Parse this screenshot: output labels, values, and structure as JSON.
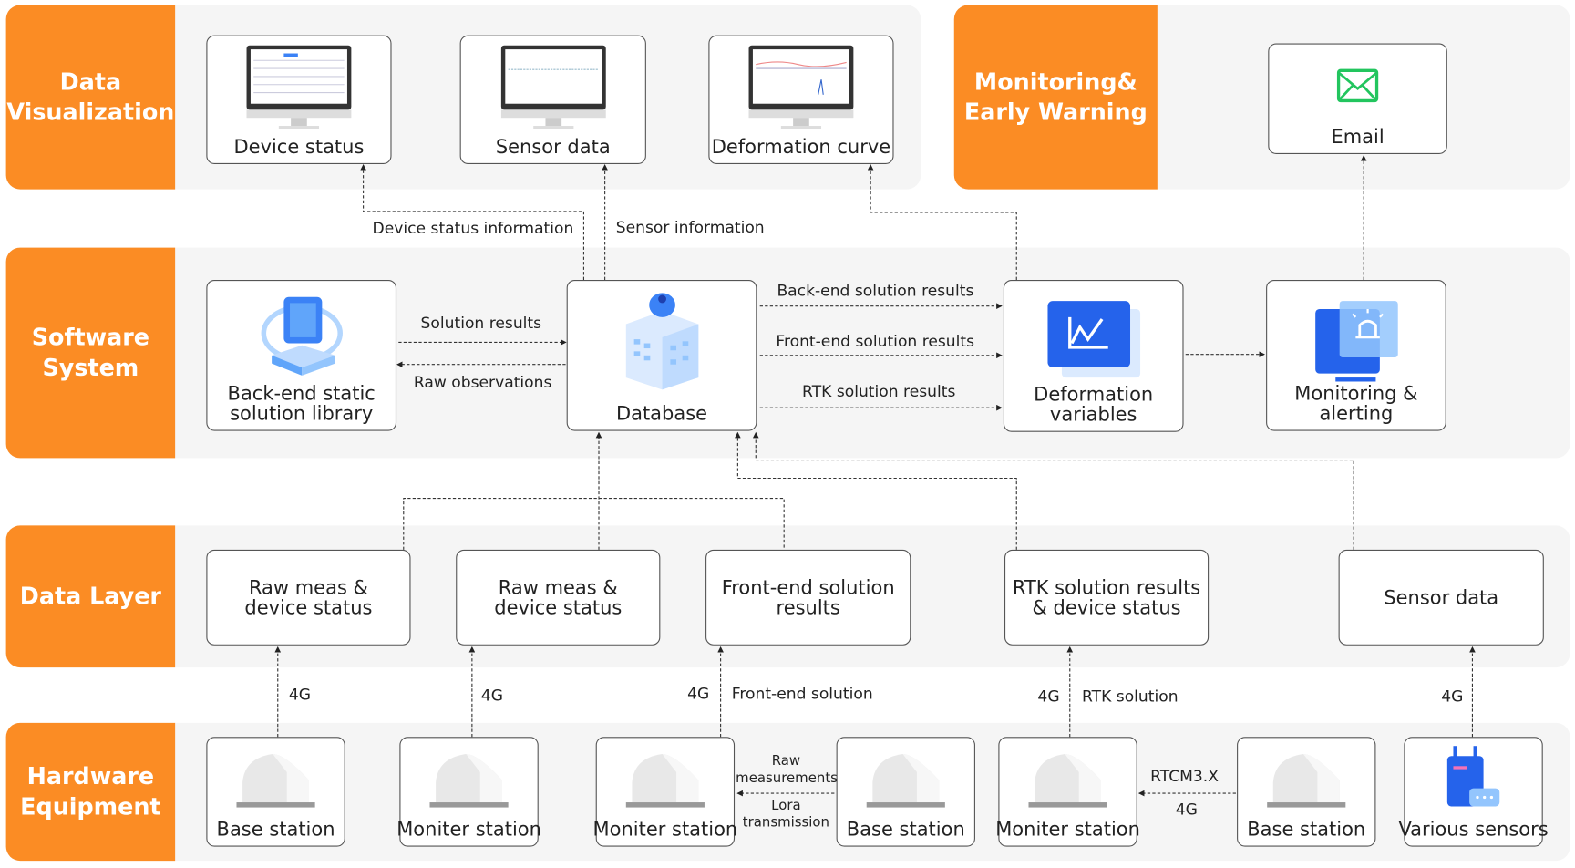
{
  "layers": {
    "viz": "Data Visualization",
    "warn": "Monitoring& Early Warning",
    "software": "Software System",
    "data": "Data Layer",
    "hardware": "Hardware Equipment"
  },
  "viz": {
    "device_status": "Device status",
    "sensor_data": "Sensor data",
    "deformation_curve": "Deformation curve",
    "email": "Email"
  },
  "software": {
    "backend": "Back-end static solution library",
    "database": "Database",
    "deformation": "Deformation variables",
    "monitoring": "Monitoring & alerting"
  },
  "datalayer": {
    "raw1": "Raw meas & device status",
    "raw2": "Raw meas & device status",
    "frontend": "Front-end solution results",
    "rtk": "RTK solution results & device status",
    "sensor": "Sensor data"
  },
  "hardware": {
    "base1": "Base station",
    "mon1": "Moniter station",
    "mon2": "Moniter station",
    "base2": "Base station",
    "mon3": "Moniter station",
    "base3": "Base station",
    "sensors": "Various sensors"
  },
  "links": {
    "device_status_info": "Device status information",
    "sensor_info": "Sensor information",
    "solution_results": "Solution results",
    "raw_obs": "Raw observations",
    "backend_results": "Back-end solution results",
    "frontend_results": "Front-end solution results",
    "rtk_results": "RTK solution results",
    "g4": "4G",
    "frontend_solution": "Front-end solution",
    "rtk_solution": "RTK solution",
    "raw_meas": "Raw measurements",
    "lora": "Lora transmission",
    "rtcm": "RTCM3.X"
  },
  "colors": {
    "accent": "#fb8c24",
    "panel": "#f5f5f5"
  }
}
